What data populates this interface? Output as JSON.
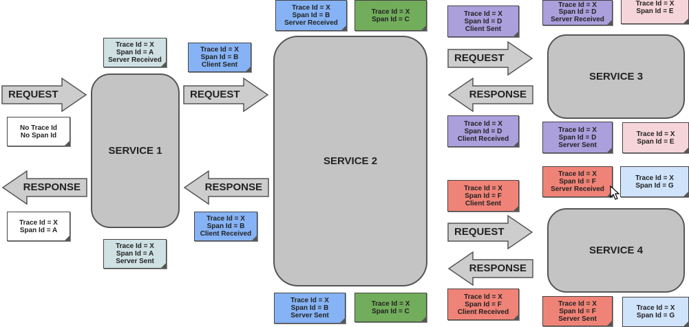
{
  "services": [
    "SERVICE 1",
    "SERVICE 2",
    "SERVICE 3",
    "SERVICE 4"
  ],
  "arrows": {
    "request": "REQUEST",
    "response": "RESPONSE"
  },
  "colors": {
    "service_fill": "#c4c4c4",
    "arrow_fill": "#cdcdcd",
    "span_a": "#cfe1e3",
    "span_b": "#86b3f5",
    "span_c": "#72ad5c",
    "span_d": "#ab9fdc",
    "span_e": "#f5d5da",
    "span_f": "#f08377",
    "span_g": "#cfe3fb"
  },
  "notes": {
    "a_sr": [
      "Trace Id = X",
      "Span Id = A",
      "Server Received"
    ],
    "none": [
      "No Trace Id",
      "No Span Id"
    ],
    "a_resp": [
      "Trace Id = X",
      "Span Id = A"
    ],
    "a_ss": [
      "Trace Id = X",
      "Span Id = A",
      "Server Sent"
    ],
    "b_cs": [
      "Trace Id = X",
      "Span Id = B",
      "Client Sent"
    ],
    "b_cr": [
      "Trace Id = X",
      "Span Id = B",
      "Client Received"
    ],
    "b_sr": [
      "Trace Id = X",
      "Span Id = B",
      "Server Received"
    ],
    "c_top": [
      "Trace Id = X",
      "Span Id = C"
    ],
    "b_ss": [
      "Trace Id = X",
      "Span Id = B",
      "Server Sent"
    ],
    "c_bot": [
      "Trace Id = X",
      "Span Id = C"
    ],
    "d_cs": [
      "Trace Id = X",
      "Span Id = D",
      "Client Sent"
    ],
    "d_cr": [
      "Trace Id = X",
      "Span Id = D",
      "Client Received"
    ],
    "d_sr": [
      "Trace Id = X",
      "Span Id = D",
      "Server Received"
    ],
    "e_top": [
      "Trace Id = X",
      "Span Id = E"
    ],
    "d_ss": [
      "Trace Id = X",
      "Span Id = D",
      "Server Sent"
    ],
    "e_bot": [
      "Trace Id = X",
      "Span Id = E"
    ],
    "f_sr": [
      "Trace Id = X",
      "Span Id = F",
      "Server Received"
    ],
    "g_top": [
      "Trace Id = X",
      "Span Id = G"
    ],
    "f_cs": [
      "Trace Id = X",
      "Span Id = F",
      "Client Sent"
    ],
    "f_cr": [
      "Trace Id = X",
      "Span Id = F",
      "Client Received"
    ],
    "f_ss": [
      "Trace Id = X",
      "Span Id = F",
      "Server Sent"
    ],
    "g_bot": [
      "Trace Id = X",
      "Span Id = G"
    ]
  }
}
